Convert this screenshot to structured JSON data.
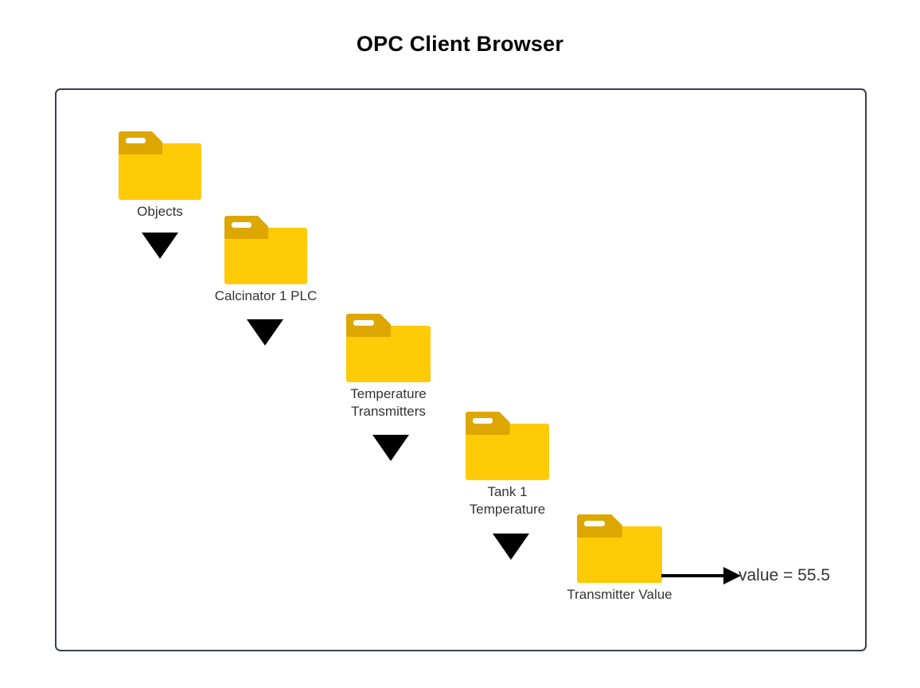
{
  "page": {
    "title": "OPC Client Browser",
    "background_color": "#ffffff",
    "frame_border_color": "#3a4049"
  },
  "colors": {
    "folder_body": "#ffca06",
    "folder_tab": "#dda700",
    "folder_slot": "#ffffff",
    "arrow": "#000000",
    "label_text": "#333333",
    "title_text": "#000000"
  },
  "tree": {
    "nodes": [
      {
        "id": "objects",
        "label": "Objects",
        "icon": "folder-icon"
      },
      {
        "id": "calcinator-1-plc",
        "label": "Calcinator 1 PLC",
        "icon": "folder-icon"
      },
      {
        "id": "temperature-transmitters",
        "label": "Temperature\nTransmitters",
        "icon": "folder-icon"
      },
      {
        "id": "tank-1-temperature",
        "label": "Tank 1\nTemperature",
        "icon": "folder-icon"
      },
      {
        "id": "transmitter-value",
        "label": "Transmitter Value",
        "icon": "folder-icon"
      }
    ],
    "connectors": [
      {
        "id": "objects-to-calcinator",
        "icon": "triangle-down-icon"
      },
      {
        "id": "calcinator-to-temperature-transmitters",
        "icon": "triangle-down-icon"
      },
      {
        "id": "temperature-transmitters-to-tank",
        "icon": "triangle-down-icon"
      },
      {
        "id": "tank-to-transmitter-value",
        "icon": "triangle-down-icon"
      }
    ]
  },
  "value_annotation": {
    "text": "value = 55.5",
    "arrow_icon": "arrow-right-icon"
  }
}
